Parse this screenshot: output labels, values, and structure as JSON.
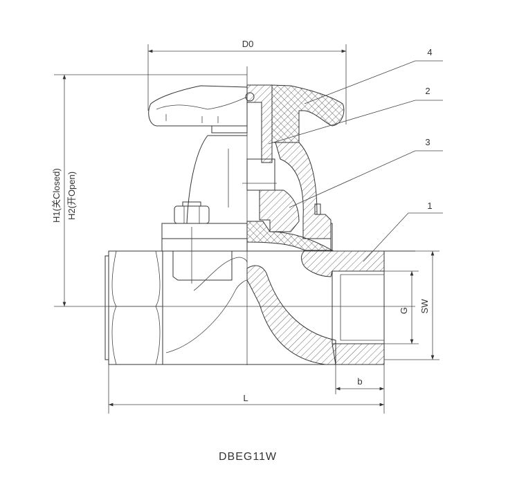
{
  "drawing": {
    "title": "DBEG11W",
    "dimensions": {
      "d0": "D0",
      "h1": "H1(关Closed)",
      "h2": "H2(开Open)",
      "g": "G",
      "sw": "SW",
      "b": "b",
      "l": "L"
    },
    "part_labels": [
      "4",
      "2",
      "3",
      "1"
    ],
    "colors": {
      "line": "#333333",
      "background": "#ffffff"
    }
  }
}
